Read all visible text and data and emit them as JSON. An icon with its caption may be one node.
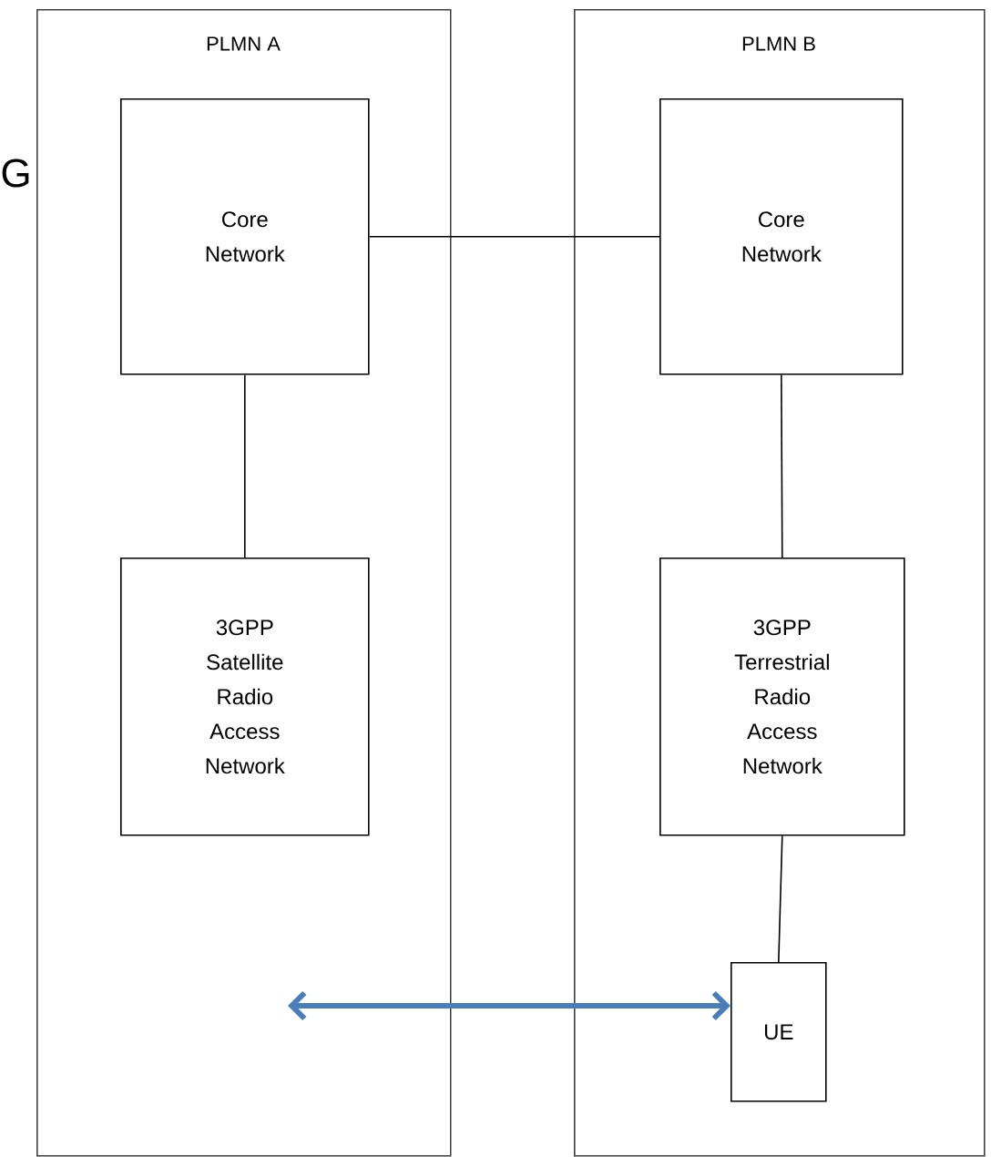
{
  "diagram": {
    "nodes": [
      {
        "text": [
          "PLMN A"
        ]
      },
      {
        "text": [
          "Core Network"
        ],
        "in": 0
      },
      {
        "text": [
          "3GPP Satellite Radio Access Network"
        ],
        "in": 0
      },
      {
        "text": [
          "PLMN B"
        ]
      },
      {
        "text": [
          "Core Network"
        ],
        "in": 3
      },
      {
        "text": [
          "3GPP Terrestrial Radio Access Network"
        ],
        "in": 3
      },
      {
        "text": [
          "UE"
        ],
        "in": 3
      }
    ],
    "edges": [
      {
        "from": 1,
        "to": 4,
        "arrow": "none"
      },
      {
        "from": 1,
        "to": 2,
        "arrow": "none"
      },
      {
        "from": 4,
        "to": 5,
        "arrow": "none"
      },
      {
        "from": 5,
        "to": 6,
        "arrow": "none"
      },
      {
        "from": null,
        "to": 6,
        "arrow": "both",
        "style": "thick",
        "color": "#4a7ebb"
      }
    ],
    "labels": [
      "G"
    ]
  }
}
